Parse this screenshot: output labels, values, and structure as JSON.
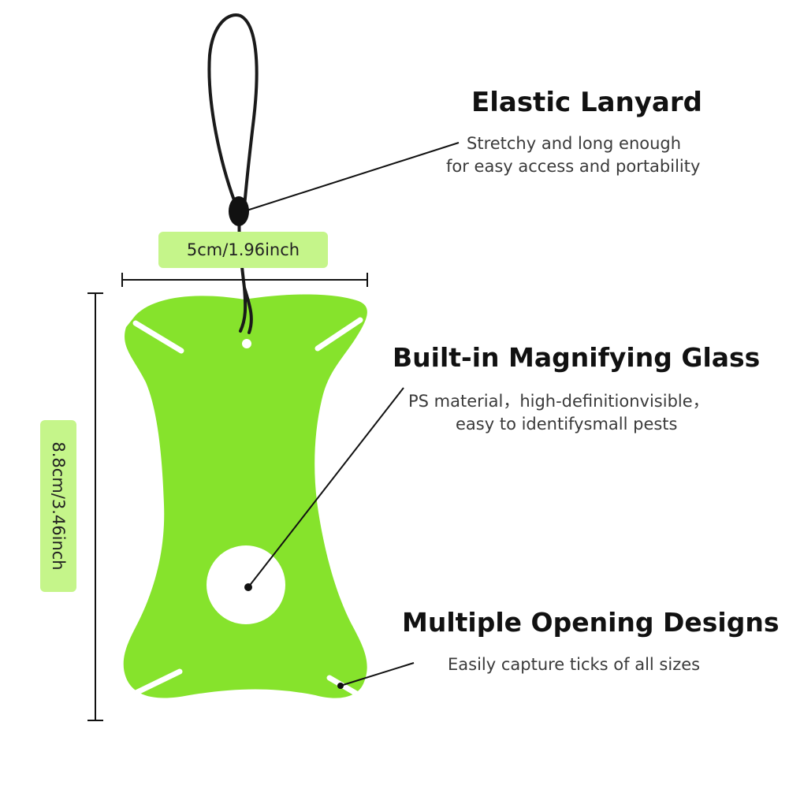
{
  "colors": {
    "product_green": "#86e32c",
    "badge_green": "#c5f58a",
    "lanyard": "#1a1a1a",
    "text_dark": "#111111",
    "text_body": "#3a3a3a"
  },
  "dimensions": {
    "width_label": "5cm/1.96inch",
    "height_label": "8.8cm/3.46inch"
  },
  "features": [
    {
      "title": "Elastic Lanyard",
      "lines": [
        "Stretchy and long enough",
        "for easy access and portability"
      ]
    },
    {
      "title": "Built-in Magnifying Glass",
      "lines": [
        "PS material，high-definitionvisible，",
        "easy to identifysmall pests"
      ]
    },
    {
      "title": "Multiple Opening Designs",
      "lines": [
        "Easily capture ticks of all sizes"
      ]
    }
  ]
}
